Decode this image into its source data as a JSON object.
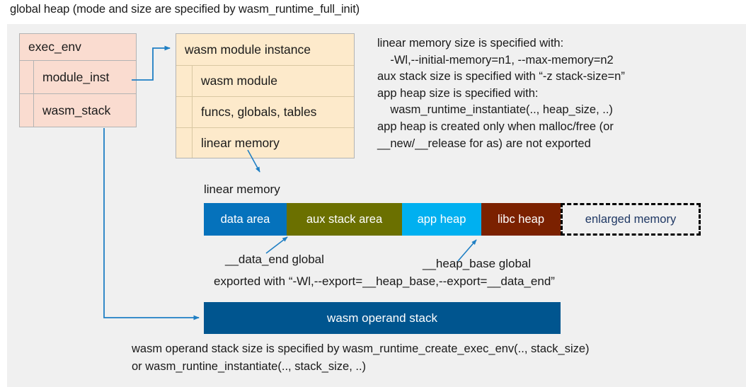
{
  "title": "global heap (mode and size are specified by wasm_runtime_full_init)",
  "exec_env": {
    "header": "exec_env",
    "fields": [
      "module_inst",
      "wasm_stack"
    ]
  },
  "module_instance": {
    "header": "wasm module instance",
    "fields": [
      "wasm module",
      "funcs, globals, tables",
      "linear memory"
    ]
  },
  "note": "linear memory size is specified with:\n    -Wl,--initial-memory=n1, --max-memory=n2\naux stack size is specified with “-z stack-size=n”\napp heap size is specified with:\n    wasm_runtime_instantiate(.., heap_size, ..)\napp heap is created only when malloc/free (or\n__new/__release for as) are not exported",
  "linear_memory": {
    "label": "linear memory",
    "segments": [
      {
        "label": "data area",
        "color": "#0572bc",
        "text_color": "#ffffff",
        "width": 117
      },
      {
        "label": "aux stack area",
        "color": "#6b7000",
        "text_color": "#ffffff",
        "width": 163
      },
      {
        "label": "app heap",
        "color": "#00b0f0",
        "text_color": "#ffffff",
        "width": 112
      },
      {
        "label": "libc heap",
        "color": "#7b2100",
        "text_color": "#ffffff",
        "width": 112
      },
      {
        "label": "enlarged memory",
        "color": "#f0f0f0",
        "text_color": "#1f3864",
        "width": 198
      }
    ]
  },
  "annotations": {
    "data_end": "__data_end global",
    "heap_base": "__heap_base global",
    "exported": "exported with “-Wl,--export=__heap_base,--export=__data_end”"
  },
  "operand_stack": {
    "label": "wasm operand stack",
    "color": "#00558f",
    "note": "wasm operand stack size is specified by wasm_runtime_create_exec_env(.., stack_size)\nor wasm_runtine_instantiate(.., stack_size, ..)"
  },
  "colors": {
    "panel_bg": "#f0f0f0",
    "exec_env_bg": "#fadcd0",
    "module_instance_bg": "#fdeacb",
    "connector": "#1f7fc4",
    "border": "#b3b3b3"
  }
}
